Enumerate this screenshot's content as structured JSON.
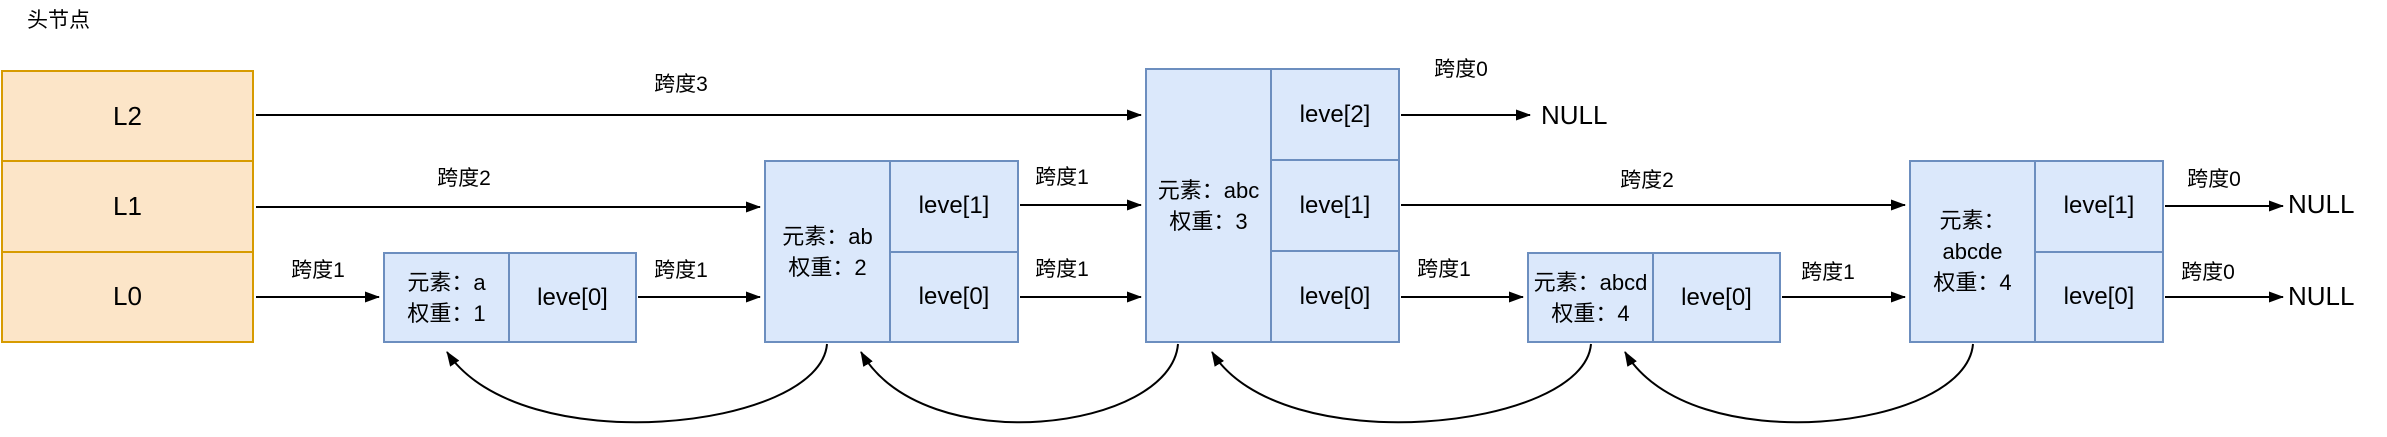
{
  "title": "头节点",
  "colors": {
    "header_fill": "#fce5c8",
    "header_border": "#d79b00",
    "node_fill": "#dbe8fb",
    "node_border": "#6c8ebf",
    "arrow": "#000000"
  },
  "header": {
    "levels": [
      "L2",
      "L1",
      "L0"
    ]
  },
  "nodes": [
    {
      "element": "a",
      "weight": "1",
      "element_lines": [
        "元素：a",
        "权重：1"
      ],
      "levels": [
        "leve[0]"
      ]
    },
    {
      "element": "ab",
      "weight": "2",
      "element_lines": [
        "元素：ab",
        "权重：2"
      ],
      "levels": [
        "leve[1]",
        "leve[0]"
      ]
    },
    {
      "element": "abc",
      "weight": "3",
      "element_lines": [
        "元素：abc",
        "权重：3"
      ],
      "levels": [
        "leve[2]",
        "leve[1]",
        "leve[0]"
      ]
    },
    {
      "element": "abcd",
      "weight": "4",
      "element_lines": [
        "元素：abcd",
        "权重：4"
      ],
      "levels": [
        "leve[0]"
      ]
    },
    {
      "element": "abcde",
      "weight": "4",
      "element_lines": [
        "元素：",
        "abcde",
        "权重：4"
      ],
      "levels": [
        "leve[1]",
        "leve[0]"
      ]
    }
  ],
  "span_labels": [
    {
      "text": "跨度1"
    },
    {
      "text": "跨度2"
    },
    {
      "text": "跨度3"
    },
    {
      "text": "跨度1"
    },
    {
      "text": "跨度1"
    },
    {
      "text": "跨度1"
    },
    {
      "text": "跨度0"
    },
    {
      "text": "跨度2"
    },
    {
      "text": "跨度1"
    },
    {
      "text": "跨度1"
    },
    {
      "text": "跨度0"
    },
    {
      "text": "跨度0"
    }
  ],
  "null_labels": [
    "NULL",
    "NULL",
    "NULL"
  ]
}
